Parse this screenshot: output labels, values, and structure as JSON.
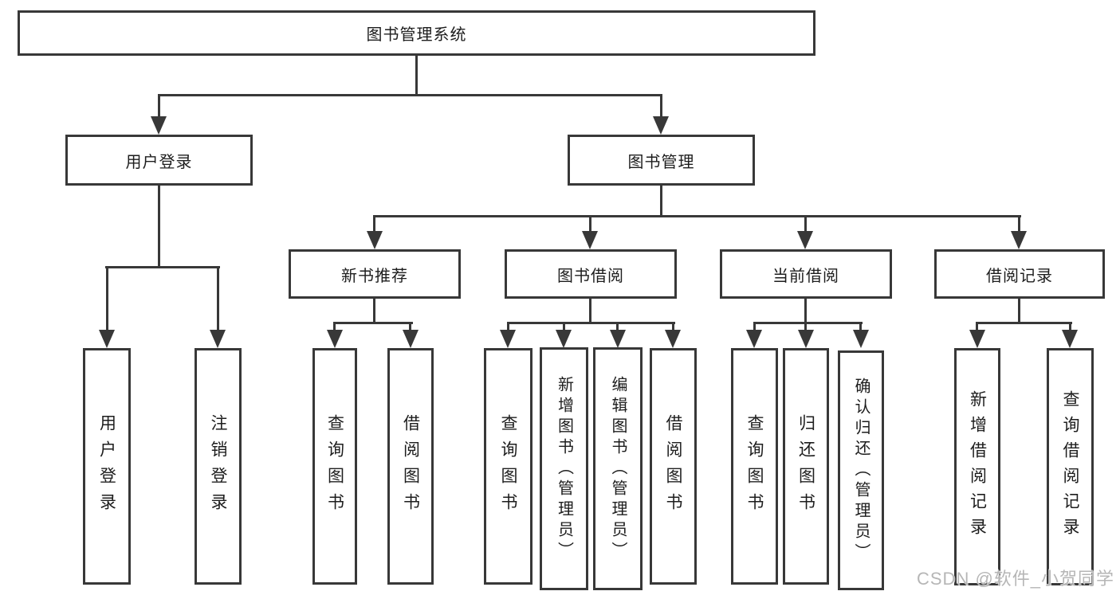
{
  "tree": {
    "root": "图书管理系统",
    "user_login": {
      "label": "用户登录",
      "children": [
        "用户登录",
        "注销登录"
      ]
    },
    "book_mgmt": {
      "label": "图书管理",
      "modules": [
        {
          "label": "新书推荐",
          "children": [
            "查询图书",
            "借阅图书"
          ]
        },
        {
          "label": "图书借阅",
          "children": [
            "查询图书",
            "新增图书（管理员）",
            "编辑图书（管理员）",
            "借阅图书"
          ]
        },
        {
          "label": "当前借阅",
          "children": [
            "查询图书",
            "归还图书",
            "确认归还（管理员）"
          ]
        },
        {
          "label": "借阅记录",
          "children": [
            "新增借阅记录",
            "查询借阅记录"
          ]
        }
      ]
    }
  },
  "watermark": "CSDN @软件_小贺同学",
  "colors": {
    "line": "#383838",
    "box_border": "#383838",
    "text": "#1d1d1d",
    "watermark": "#b6b6b6",
    "background": "#ffffff"
  }
}
